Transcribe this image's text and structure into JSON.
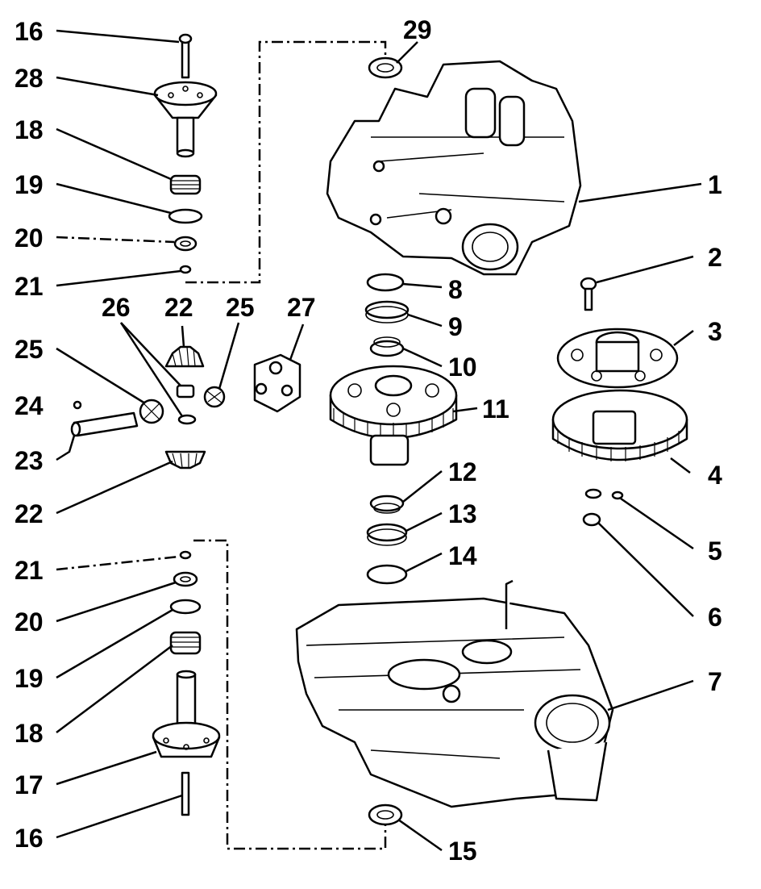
{
  "diagram": {
    "callouts": [
      {
        "id": "c16a",
        "label": "16"
      },
      {
        "id": "c28",
        "label": "28"
      },
      {
        "id": "c18a",
        "label": "18"
      },
      {
        "id": "c19a",
        "label": "19"
      },
      {
        "id": "c20a",
        "label": "20"
      },
      {
        "id": "c21a",
        "label": "21"
      },
      {
        "id": "c26",
        "label": "26"
      },
      {
        "id": "c22a",
        "label": "22"
      },
      {
        "id": "c25a",
        "label": "25"
      },
      {
        "id": "c27",
        "label": "27"
      },
      {
        "id": "c25b",
        "label": "25"
      },
      {
        "id": "c24",
        "label": "24"
      },
      {
        "id": "c23",
        "label": "23"
      },
      {
        "id": "c22b",
        "label": "22"
      },
      {
        "id": "c21b",
        "label": "21"
      },
      {
        "id": "c20b",
        "label": "20"
      },
      {
        "id": "c19b",
        "label": "19"
      },
      {
        "id": "c18b",
        "label": "18"
      },
      {
        "id": "c17",
        "label": "17"
      },
      {
        "id": "c16b",
        "label": "16"
      },
      {
        "id": "c29",
        "label": "29"
      },
      {
        "id": "c1",
        "label": "1"
      },
      {
        "id": "c2",
        "label": "2"
      },
      {
        "id": "c3",
        "label": "3"
      },
      {
        "id": "c4",
        "label": "4"
      },
      {
        "id": "c5",
        "label": "5"
      },
      {
        "id": "c6",
        "label": "6"
      },
      {
        "id": "c7",
        "label": "7"
      },
      {
        "id": "c8",
        "label": "8"
      },
      {
        "id": "c9",
        "label": "9"
      },
      {
        "id": "c10",
        "label": "10"
      },
      {
        "id": "c11",
        "label": "11"
      },
      {
        "id": "c12",
        "label": "12"
      },
      {
        "id": "c13",
        "label": "13"
      },
      {
        "id": "c14",
        "label": "14"
      },
      {
        "id": "c15",
        "label": "15"
      }
    ]
  }
}
